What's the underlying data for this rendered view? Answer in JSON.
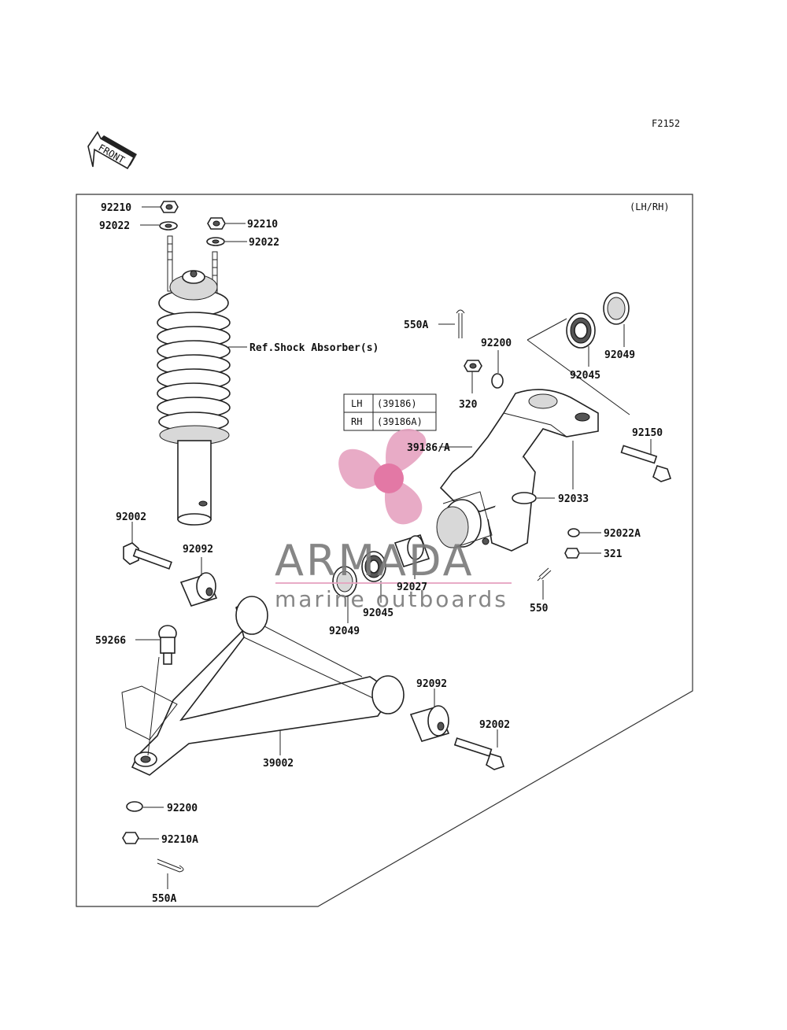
{
  "figure_code": "F2152",
  "front_label": "FRONT",
  "side_note": "(LH/RH)",
  "variant_table": [
    {
      "side": "LH",
      "part": "(39186)"
    },
    {
      "side": "RH",
      "part": "(39186A)"
    }
  ],
  "parts": [
    {
      "id": "nut-92210-left",
      "number": "92210"
    },
    {
      "id": "washer-92022-left",
      "number": "92022"
    },
    {
      "id": "nut-92210-right",
      "number": "92210"
    },
    {
      "id": "washer-92022-right",
      "number": "92022"
    },
    {
      "id": "ref-shock",
      "number": "Ref.Shock Absorber(s)"
    },
    {
      "id": "cotter-550A-top",
      "number": "550A"
    },
    {
      "id": "washer-92200-top",
      "number": "92200"
    },
    {
      "id": "nut-320",
      "number": "320"
    },
    {
      "id": "seal-92049-top",
      "number": "92049"
    },
    {
      "id": "bearing-92045-top",
      "number": "92045"
    },
    {
      "id": "knuckle-39186",
      "number": "39186/A"
    },
    {
      "id": "bolt-92150",
      "number": "92150"
    },
    {
      "id": "ring-92033",
      "number": "92033"
    },
    {
      "id": "washer-92022A",
      "number": "92022A"
    },
    {
      "id": "nut-321",
      "number": "321"
    },
    {
      "id": "cotter-550",
      "number": "550"
    },
    {
      "id": "bolt-92002-left",
      "number": "92002"
    },
    {
      "id": "bushing-92092-left",
      "number": "92092"
    },
    {
      "id": "collar-92027",
      "number": "92027"
    },
    {
      "id": "bearing-92045-bottom",
      "number": "92045"
    },
    {
      "id": "seal-92049-bottom",
      "number": "92049"
    },
    {
      "id": "balljoint-59266",
      "number": "59266"
    },
    {
      "id": "bushing-92092-right",
      "number": "92092"
    },
    {
      "id": "bolt-92002-right",
      "number": "92002"
    },
    {
      "id": "arm-39002",
      "number": "39002"
    },
    {
      "id": "washer-92200-bottom",
      "number": "92200"
    },
    {
      "id": "nut-92210A",
      "number": "92210A"
    },
    {
      "id": "cotter-550A-bottom",
      "number": "550A"
    }
  ],
  "watermark": {
    "brand": "ARMADA",
    "tagline": "marine outboards",
    "logo_color": "#e6a3c0",
    "text_color": "#7a7a7a"
  }
}
